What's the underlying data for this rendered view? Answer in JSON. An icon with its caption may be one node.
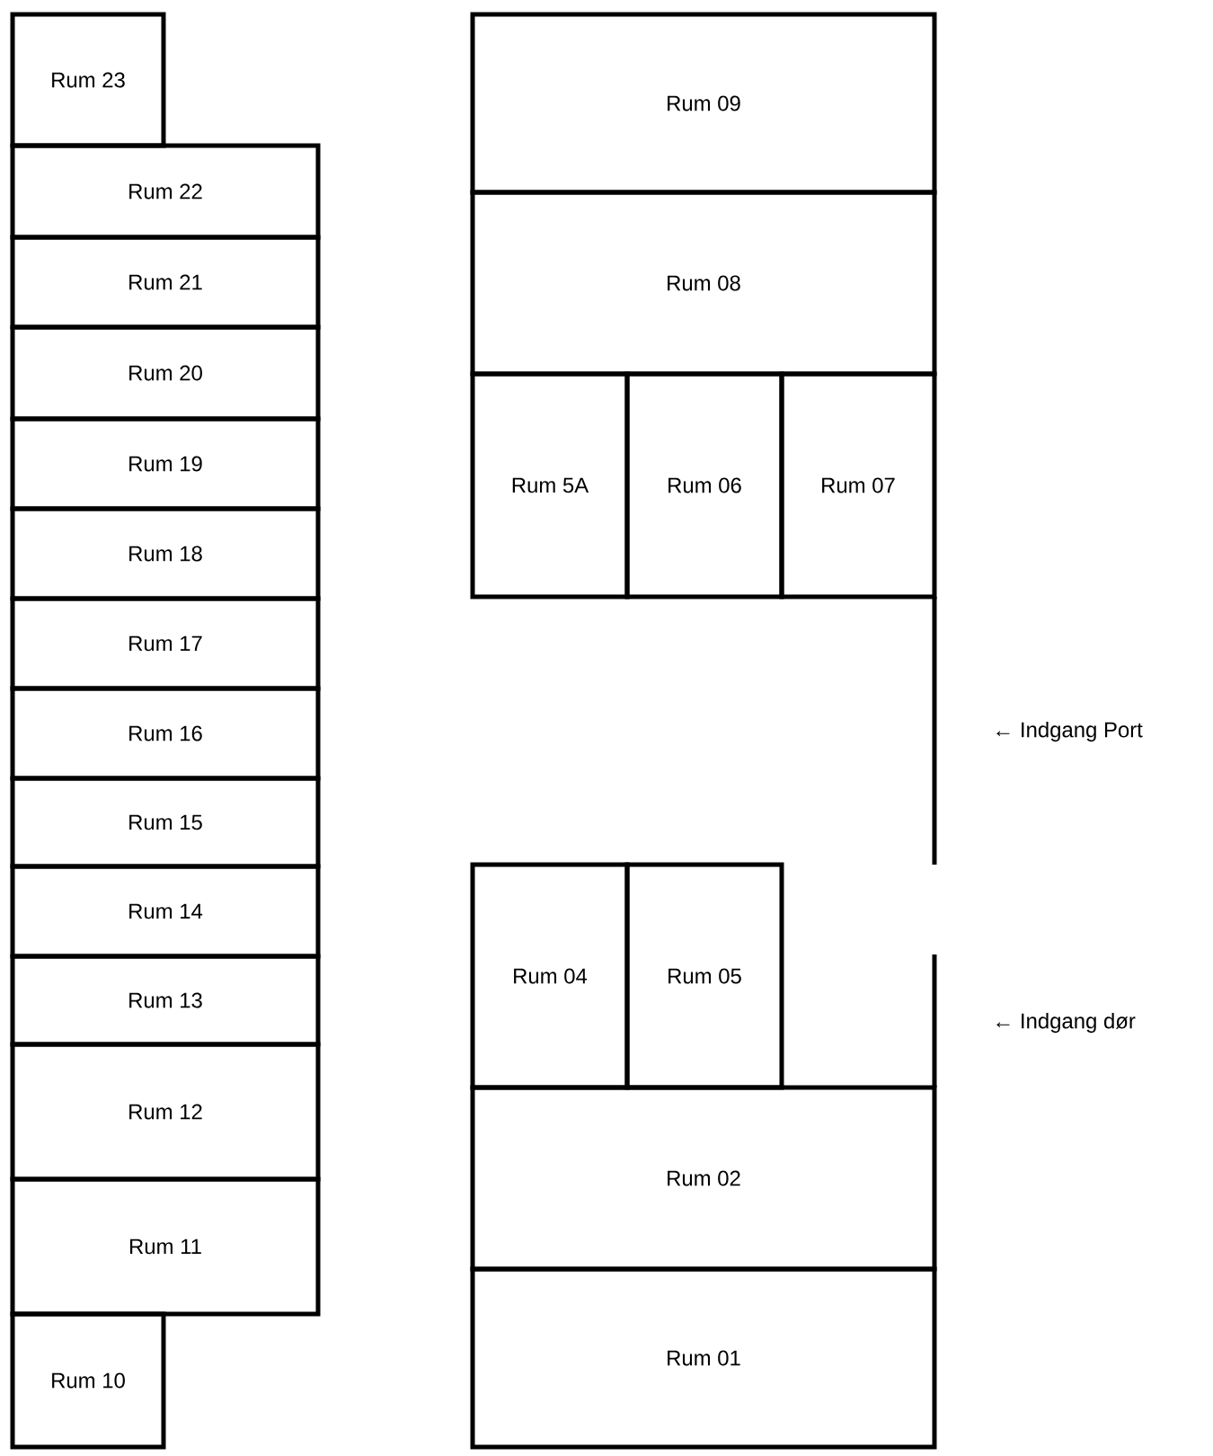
{
  "diagram": {
    "nodes": [
      {
        "text": [
          "Rum 23"
        ]
      },
      {
        "text": [
          "Rum 22"
        ]
      },
      {
        "text": [
          "Rum 21"
        ]
      },
      {
        "text": [
          "Rum 20"
        ]
      },
      {
        "text": [
          "Rum 19"
        ]
      },
      {
        "text": [
          "Rum 18"
        ]
      },
      {
        "text": [
          "Rum 17"
        ]
      },
      {
        "text": [
          "Rum 16"
        ]
      },
      {
        "text": [
          "Rum 15"
        ]
      },
      {
        "text": [
          "Rum 14"
        ]
      },
      {
        "text": [
          "Rum 13"
        ]
      },
      {
        "text": [
          "Rum 12"
        ]
      },
      {
        "text": [
          "Rum 11"
        ]
      },
      {
        "text": [
          "Rum 10"
        ]
      },
      {
        "text": [
          "Rum 09"
        ]
      },
      {
        "text": [
          "Rum 08"
        ]
      },
      {
        "text": [
          "Rum 5A"
        ]
      },
      {
        "text": [
          "Rum 06"
        ]
      },
      {
        "text": [
          "Rum 07"
        ]
      },
      {
        "text": [
          "Rum 04"
        ]
      },
      {
        "text": [
          "Rum 05"
        ]
      },
      {
        "text": [
          "Rum 02"
        ]
      },
      {
        "text": [
          "Rum 01"
        ]
      }
    ],
    "labels": [
      "← Indgang Port",
      "← Indgang dør"
    ]
  }
}
